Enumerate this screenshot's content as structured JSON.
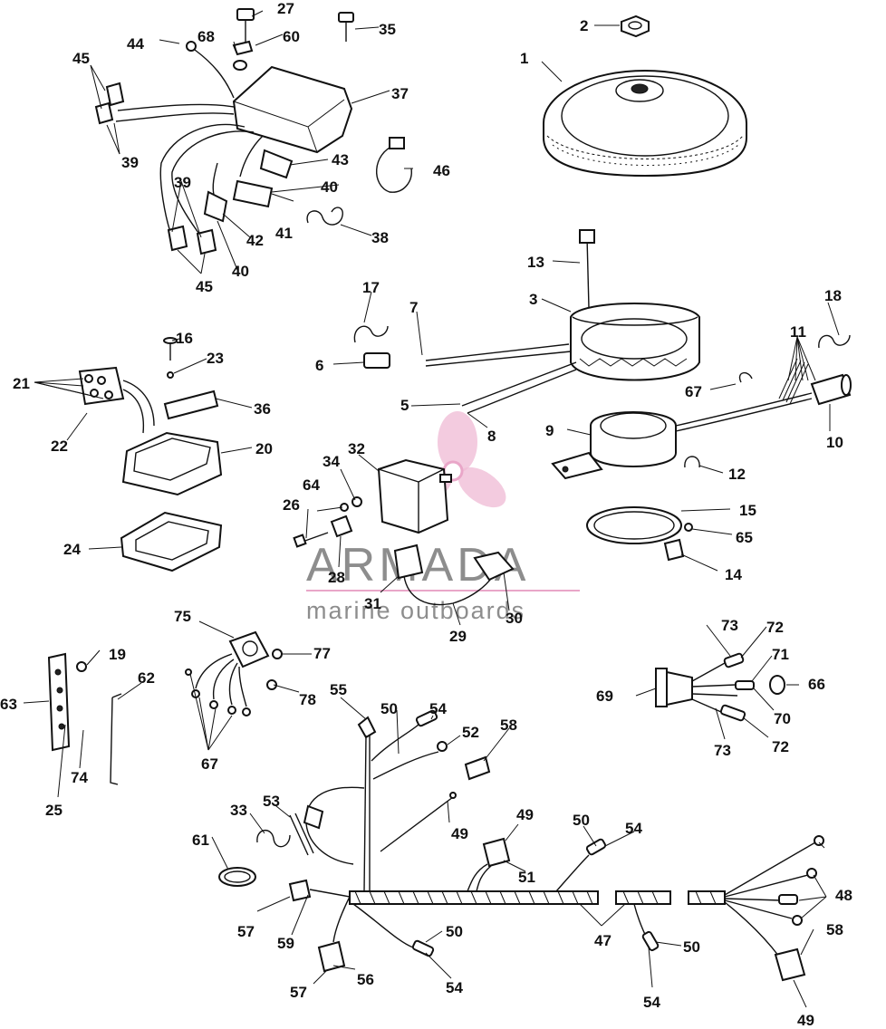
{
  "watermark": {
    "brand": "ARMADA",
    "tagline": "marine outboards",
    "accent_color": "#e9a6c8",
    "text_color": "#7a7a7a"
  },
  "labels": {
    "l1": "1",
    "l2": "2",
    "l3": "3",
    "l5": "5",
    "l6": "6",
    "l7": "7",
    "l8": "8",
    "l9": "9",
    "l10": "10",
    "l11": "11",
    "l12": "12",
    "l13": "13",
    "l14": "14",
    "l15": "15",
    "l16": "16",
    "l17": "17",
    "l18": "18",
    "l19": "19",
    "l20": "20",
    "l21": "21",
    "l22": "22",
    "l23": "23",
    "l24": "24",
    "l25": "25",
    "l26": "26",
    "l27": "27",
    "l28": "28",
    "l29": "29",
    "l30": "30",
    "l31": "31",
    "l32": "32",
    "l33": "33",
    "l34": "34",
    "l35": "35",
    "l36": "36",
    "l37": "37",
    "l38": "38",
    "l39a": "39",
    "l39b": "39",
    "l40a": "40",
    "l40b": "40",
    "l41": "41",
    "l42": "42",
    "l43": "43",
    "l44": "44",
    "l45a": "45",
    "l45b": "45",
    "l46": "46",
    "l47": "47",
    "l48": "48",
    "l49a": "49",
    "l49b": "49",
    "l49c": "49",
    "l50a": "50",
    "l50b": "50",
    "l50c": "50",
    "l50d": "50",
    "l51": "51",
    "l52": "52",
    "l53": "53",
    "l54a": "54",
    "l54b": "54",
    "l54c": "54",
    "l54d": "54",
    "l55": "55",
    "l56": "56",
    "l57a": "57",
    "l57b": "57",
    "l58a": "58",
    "l58b": "58",
    "l59": "59",
    "l60": "60",
    "l61": "61",
    "l62": "62",
    "l63": "63",
    "l64": "64",
    "l65": "65",
    "l66": "66",
    "l67a": "67",
    "l67b": "67",
    "l68": "68",
    "l69": "69",
    "l70": "70",
    "l71": "71",
    "l72a": "72",
    "l72b": "72",
    "l73a": "73",
    "l73b": "73",
    "l74": "74",
    "l75": "75",
    "l77": "77",
    "l78": "78"
  }
}
